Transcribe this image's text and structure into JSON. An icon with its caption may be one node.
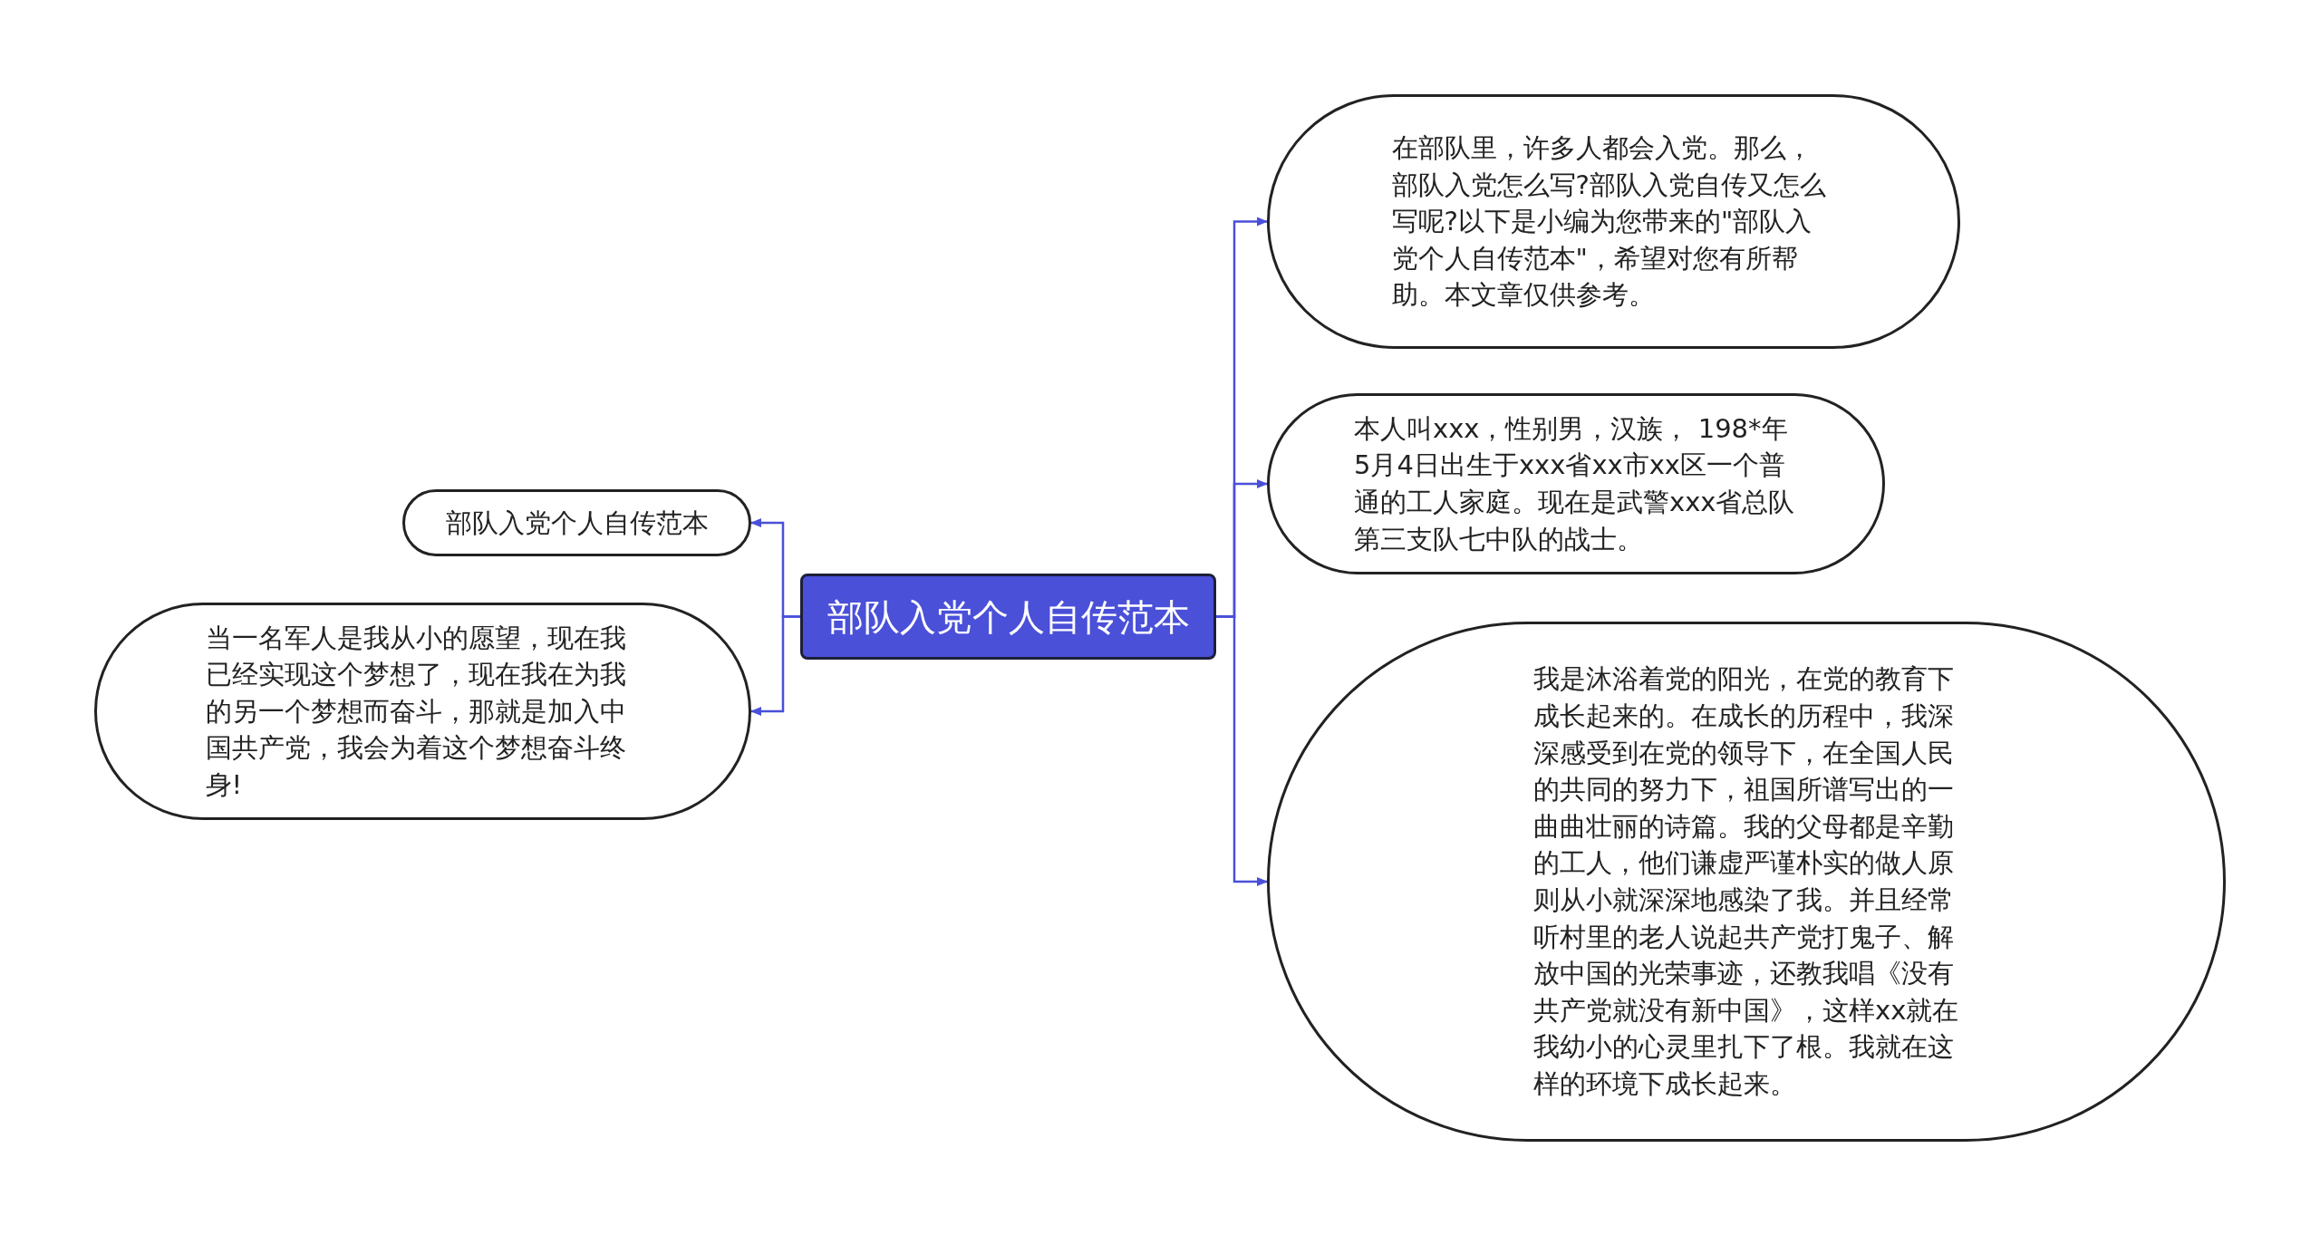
{
  "diagram": {
    "nodes": [
      {
        "text": [
          "部队入党个人自传范本"
        ]
      },
      {
        "text": [
          "部队入党个人自传范本"
        ]
      },
      {
        "text": [
          "当一名军人是我从小的愿望，现在我已经实现这个梦想了，现在我在为我的另一个梦想而奋斗，那就是加入中国共产党，我会为着这个梦想奋斗终身!"
        ]
      },
      {
        "text": [
          "在部队里，许多人都会入党。那么，部队入党怎么写?部队入党自传又怎么写呢?以下是小编为您带来的\"部队入党个人自传范本\"，希望对您有所帮助。本文章仅供参考。"
        ]
      },
      {
        "text": [
          "本人叫xxx，性别男，汉族， 198*年5月4日出生于xxx省xx市xx区一个普通的工人家庭。现在是武警xxx省总队第三支队七中队的战士。"
        ]
      },
      {
        "text": [
          "我是沐浴着党的阳光，在党的教育下成长起来的。在成长的历程中，我深深感受到在党的领导下，在全国人民的共同的努力下，祖国所谱写出的一曲曲壮丽的诗篇。我的父母都是辛勤的工人，他们谦虚严谨朴实的做人原则从小就深深地感染了我。并且经常听村里的老人说起共产党打鬼子、解放中国的光荣事迹，还教我唱《没有共产党就没有新中国》，这样xx就在我幼小的心灵里扎下了根。我就在这样的环境下成长起来。"
        ]
      }
    ],
    "edges": [
      {
        "from": 0,
        "to": 1,
        "arrow": "to"
      },
      {
        "from": 0,
        "to": 2,
        "arrow": "to"
      },
      {
        "from": 0,
        "to": 3,
        "arrow": "to"
      },
      {
        "from": 0,
        "to": 4,
        "arrow": "to"
      },
      {
        "from": 0,
        "to": 5,
        "arrow": "to"
      }
    ]
  }
}
